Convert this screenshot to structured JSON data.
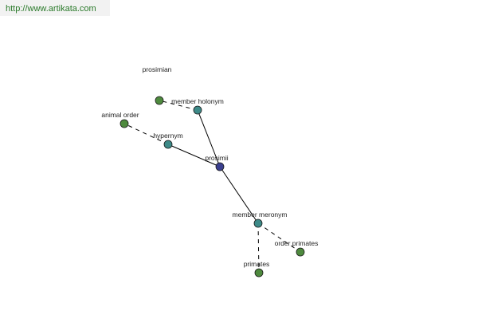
{
  "header": {
    "url": "http://www.artikata.com"
  },
  "colors": {
    "center_node": "#3a3f8f",
    "relation_node": "#3d8a88",
    "term_node": "#4e8a3e",
    "edge": "#000000"
  },
  "graph": {
    "nodes": [
      {
        "id": "prosimii",
        "label": "prosimii",
        "kind": "center"
      },
      {
        "id": "hypernym",
        "label": "hypernym",
        "kind": "relation"
      },
      {
        "id": "member-holonym",
        "label": "member holonym",
        "kind": "relation"
      },
      {
        "id": "member-meronym",
        "label": "member meronym",
        "kind": "relation"
      },
      {
        "id": "prosimian",
        "label": "prosimian",
        "kind": "term"
      },
      {
        "id": "animal-order",
        "label": "animal order",
        "kind": "term"
      },
      {
        "id": "primates",
        "label": "primates",
        "kind": "term"
      },
      {
        "id": "order-primates",
        "label": "order primates",
        "kind": "term"
      }
    ],
    "edges": [
      {
        "from": "prosimii",
        "to": "hypernym",
        "style": "solid"
      },
      {
        "from": "prosimii",
        "to": "member-holonym",
        "style": "solid"
      },
      {
        "from": "prosimii",
        "to": "member-meronym",
        "style": "solid"
      },
      {
        "from": "member-holonym",
        "to": "prosimian",
        "style": "dashed"
      },
      {
        "from": "hypernym",
        "to": "animal-order",
        "style": "dashed"
      },
      {
        "from": "member-meronym",
        "to": "primates",
        "style": "dashed"
      },
      {
        "from": "member-meronym",
        "to": "order-primates",
        "style": "dashed"
      }
    ]
  }
}
